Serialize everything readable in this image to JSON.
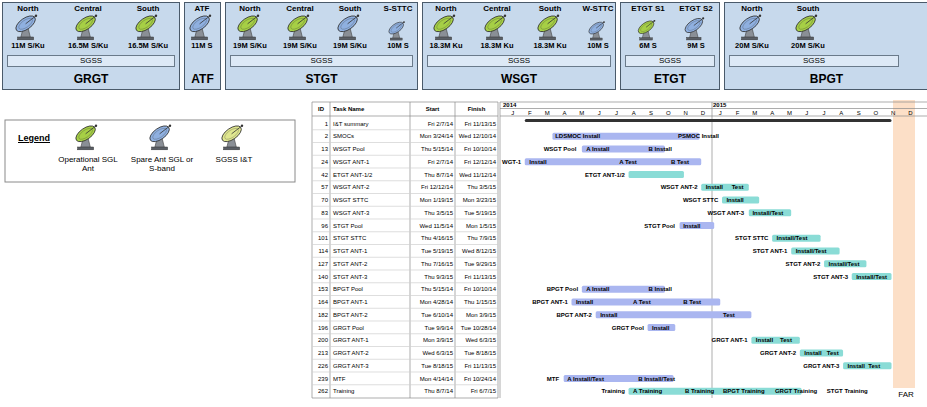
{
  "diagram": {
    "nodes": [
      {
        "text": [
          "GRGT"
        ]
      },
      {
        "text": [
          "SGSS"
        ],
        "in": 0
      },
      {
        "text": [
          "ATF"
        ]
      },
      {
        "text": [
          "STGT"
        ]
      },
      {
        "text": [
          "SGSS"
        ],
        "in": 3
      },
      {
        "text": [
          "WSGT"
        ]
      },
      {
        "text": [
          "SGSS"
        ],
        "in": 5
      },
      {
        "text": [
          "ETGT"
        ]
      },
      {
        "text": [
          "SGSS"
        ],
        "in": 7
      },
      {
        "text": [
          "BPGT"
        ]
      },
      {
        "text": [
          "SGSS"
        ],
        "in": 9
      }
    ],
    "labels": [
      "North",
      "Central",
      "South",
      "11M S/Ku",
      "16.5M S/Ku",
      "16.5M S/Ku",
      "ATF",
      "11M S",
      "North",
      "Central",
      "South",
      "S-STTC",
      "19M S/Ku",
      "19M S/Ku",
      "19M S/Ku",
      "10M S",
      "North",
      "Central",
      "South",
      "W-STTC",
      "18.3M Ku",
      "18.3M Ku",
      "18.3M Ku",
      "10M S",
      "ETGT S1",
      "ETGT S2",
      "6M S",
      "9M S",
      "North",
      "South",
      "20M S/Ku",
      "20M S/Ku",
      "Legend",
      "ID",
      "Task Name",
      "Start",
      "Finish",
      "2014",
      "2015",
      "J",
      "F",
      "M",
      "A",
      "M",
      "J",
      "J",
      "A",
      "S",
      "O",
      "N",
      "D",
      "J",
      "F",
      "M",
      "A",
      "M",
      "J",
      "J",
      "A",
      "S",
      "O",
      "N",
      "D",
      "1",
      "I&T summary",
      "Fri 2/7/14",
      "Fri 11/13/15",
      "2",
      "SMOCs",
      "Mon 3/24/14",
      "Wed 12/10/14",
      "13",
      "WSGT Pool",
      "Thu 5/15/14",
      "Fri 10/10/14",
      "24",
      "WSGT ANT-1",
      "Fri 2/7/14",
      "Fri 12/12/14",
      "42",
      "ETGT ANT-1/2",
      "Thu 8/7/14",
      "Wed 11/12/14",
      "57",
      "WSGT ANT-2",
      "Fri 12/12/14",
      "Thu 3/5/15",
      "70",
      "WSGT STTC",
      "Mon 1/19/15",
      "Mon 3/23/15",
      "83",
      "WSGT ANT-3",
      "Thu 3/5/15",
      "Tue 5/19/15",
      "96",
      "STGT Pool",
      "Wed 11/5/14",
      "Mon 1/5/15",
      "101",
      "STGT STTC",
      "Thu 4/16/15",
      "Thu 7/9/15",
      "114",
      "STGT ANT-1",
      "Tue 5/19/15",
      "Wed 8/12/15",
      "127",
      "STGT ANT-2",
      "Thu 7/16/15",
      "Tue 9/29/15",
      "140",
      "STGT ANT-3",
      "Thu 9/3/15",
      "Fri 11/13/15",
      "153",
      "BPGT Pool",
      "Thu 5/15/14",
      "Fri 10/10/14",
      "164",
      "BPGT ANT-1",
      "Mon 4/28/14",
      "Thu 1/15/15",
      "182",
      "BPGT ANT-2",
      "Tue 6/10/14",
      "Mon 3/9/15",
      "196",
      "GRGT Pool",
      "Tue 9/9/14",
      "Tue 10/28/14",
      "200",
      "GRGT ANT-1",
      "Mon 3/9/15",
      "Wed 6/3/15",
      "213",
      "GRGT ANT-2",
      "Wed 6/3/15",
      "Tue 8/18/15",
      "226",
      "GRGT ANT-3",
      "Tue 8/18/15",
      "Fri 11/13/15",
      "239",
      "MTF",
      "Mon 4/14/14",
      "Fri 10/24/14",
      "262",
      "Training",
      "Thu 8/7/14",
      "Fri 6/7/15",
      "LDSMOC Install",
      "PSMOC Install",
      "WSGT Pool",
      "A Install",
      "B Install",
      "WGT-1",
      "Install",
      "A Test",
      "B Test",
      "ETGT ANT-1/2",
      "WSGT ANT-2",
      "Install",
      "Test",
      "WSGT STTC",
      "Install",
      "WSGT ANT-3",
      "Install/Test",
      "STGT Pool",
      "Install",
      "STGT STTC",
      "Install/Test",
      "STGT ANT-1",
      "Install/Test",
      "STGT ANT-2",
      "Install/Test",
      "STGT ANT-3",
      "Install/Test",
      "BPGT Pool",
      "A Install",
      "B Install",
      "BPGT ANT-1",
      "Install",
      "A Test",
      "B Test",
      "BPGT ANT-2",
      "Install",
      "Test",
      "GRGT Pool",
      "Install",
      "GRGT ANT-1",
      "Install",
      "Test",
      "GRGT ANT-2",
      "Install",
      "Test",
      "GRGT ANT-3",
      "Install",
      "Test",
      "MTF",
      "A Install/Test",
      "B Install/Test",
      "Training",
      "A Training",
      "B Training",
      "BPGT Training",
      "GRGT Training",
      "STGT Training",
      "FAR"
    ],
    "legend": [
      {
        "text": "Operational SGL Ant"
      },
      {
        "text": "Spare Ant SGL or S-band"
      },
      {
        "text": "SGSS I&T"
      }
    ]
  }
}
